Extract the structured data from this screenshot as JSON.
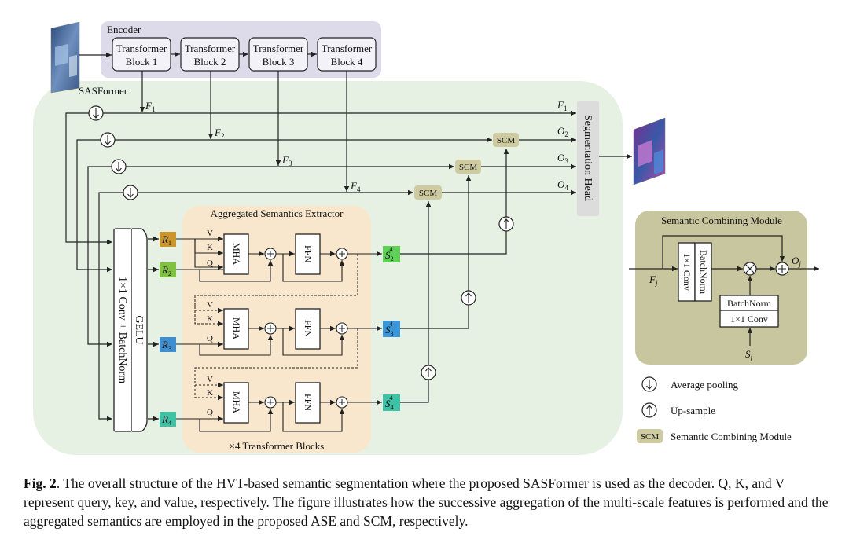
{
  "encoder": {
    "title": "Encoder",
    "blocks": [
      {
        "line1": "Transformer",
        "line2": "Block 1"
      },
      {
        "line1": "Transformer",
        "line2": "Block 2"
      },
      {
        "line1": "Transformer",
        "line2": "Block 3"
      },
      {
        "line1": "Transformer",
        "line2": "Block 4"
      }
    ]
  },
  "sasformer": {
    "title": "SASFormer"
  },
  "features": {
    "f1": "F",
    "f1_sub": "1",
    "f2": "F",
    "f2_sub": "2",
    "f3": "F",
    "f3_sub": "3",
    "f4": "F",
    "f4_sub": "4"
  },
  "outputs": [
    {
      "label": "F",
      "sub": "1"
    },
    {
      "label": "O",
      "sub": "2"
    },
    {
      "label": "O",
      "sub": "3"
    },
    {
      "label": "O",
      "sub": "4"
    }
  ],
  "seg_head": {
    "label": "Segmentation Head"
  },
  "scm_label": "SCM",
  "conv_block": {
    "line1": "1×1 Conv + BatchNorm",
    "line2": "GELU"
  },
  "r_labels": [
    {
      "label": "R",
      "sub": "1",
      "color": "#c9952c"
    },
    {
      "label": "R",
      "sub": "2",
      "color": "#7fc241"
    },
    {
      "label": "R",
      "sub": "3",
      "color": "#3d8fd1"
    },
    {
      "label": "R",
      "sub": "4",
      "color": "#3ec2a6"
    }
  ],
  "ase": {
    "title": "Aggregated Semantics Extractor",
    "footer": "×4 Transformer Blocks",
    "mha": "MHA",
    "ffn": "FFN",
    "v": "V",
    "k": "K",
    "q": "Q"
  },
  "s_labels": [
    {
      "label": "S",
      "sub": "2",
      "sup": "4"
    },
    {
      "label": "S",
      "sub": "3",
      "sup": "4"
    },
    {
      "label": "S",
      "sub": "4",
      "sup": "4"
    }
  ],
  "scm_module": {
    "title": "Semantic Combining Module",
    "conv": "1×1 Conv",
    "batchnorm": "BatchNorm",
    "in_f": "F",
    "in_f_sub": "j",
    "in_s": "S",
    "in_s_sub": "j",
    "out_o": "O",
    "out_o_sub": "j"
  },
  "legend": {
    "avg_pool": "Average pooling",
    "upsample": "Up-sample",
    "scm_short": "SCM",
    "scm_full": "Semantic Combining Module"
  },
  "caption": {
    "fig": "Fig. 2",
    "text": ". The overall structure of the HVT-based semantic segmentation where the proposed SASFormer is used as the decoder. Q, K, and V represent query, key, and value, respectively. The figure illustrates how the successive aggregation of the multi-scale features is performed and the aggregated semantics are employed in the proposed ASE and SCM, respectively."
  },
  "colors": {
    "encoder_bg": "#dddbe9",
    "sasformer_bg": "#e6f1e4",
    "ase_bg": "#f8e7cd",
    "scm_bg": "#cfcba0",
    "scm_module_bg": "#c8c69e",
    "seg_head_bg": "#dcdcdc"
  }
}
